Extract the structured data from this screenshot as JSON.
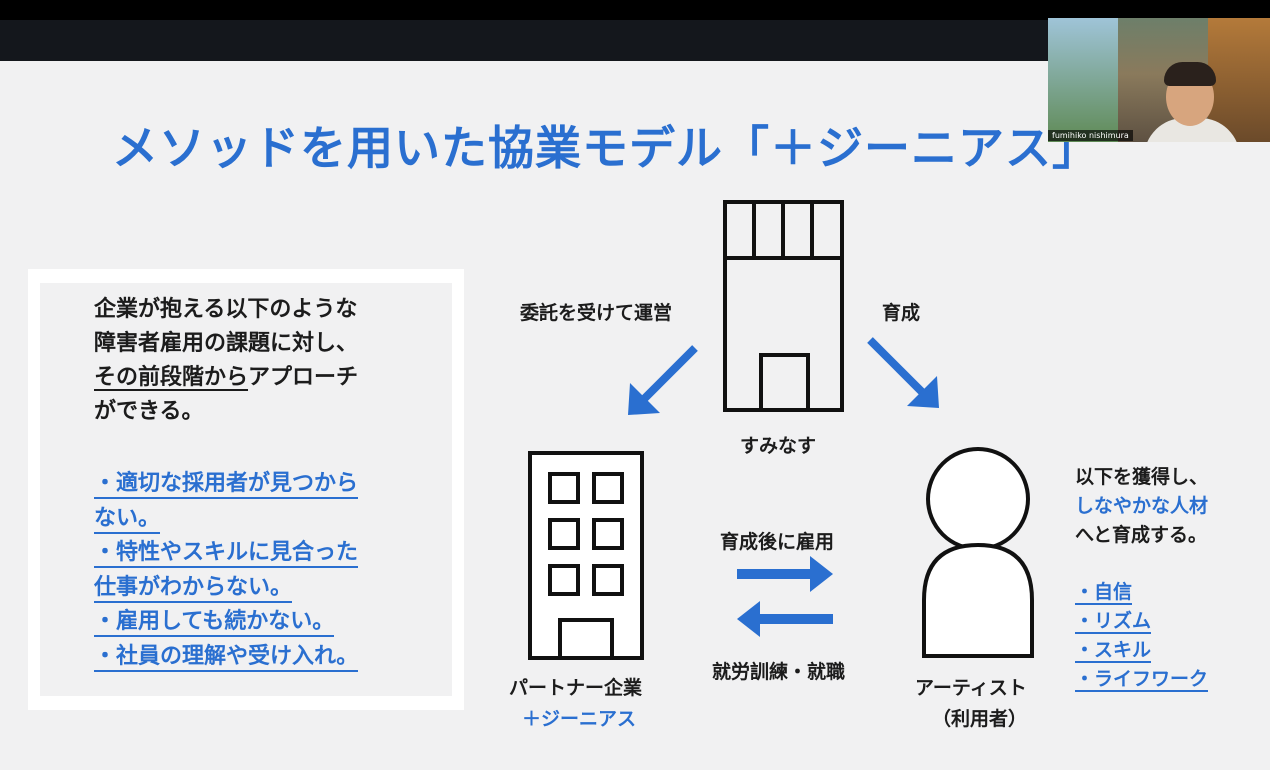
{
  "slide": {
    "title": "メソッドを用いた協業モデル「＋ジーニアス」",
    "intro": {
      "line1": "企業が抱える以下のような",
      "line2": "障害者雇用の課題に対し、",
      "line3_underlined": "その前段階から",
      "line3_rest": "アプローチ",
      "line4": "ができる。"
    },
    "issues": [
      {
        "line1": "・適切な採用者が見つから",
        "line2": "ない。"
      },
      {
        "line1": "・特性やスキルに見合った",
        "line2": "仕事がわからない。"
      },
      {
        "line1": "・雇用しても続かない。"
      },
      {
        "line1": "・社員の理解や受け入れ。"
      }
    ],
    "labels": {
      "commissioned": "委託を受けて運営",
      "training": "育成",
      "suminasu": "すみなす",
      "partner": "パートナー企業",
      "genius": "＋ジーニアス",
      "hire_after": "育成後に雇用",
      "job_training": "就労訓練・就職",
      "artist": "アーティスト",
      "user": "（利用者）"
    },
    "artist_note": {
      "line1": "以下を獲得し、",
      "line2": "しなやかな人材",
      "line3": "へと育成する。"
    },
    "benefits": [
      "・自信",
      "・リズム",
      "・スキル",
      "・ライフワーク"
    ]
  },
  "webcam": {
    "participant_name": "fumihiko nishimura"
  },
  "colors": {
    "accent": "#2a6fd0",
    "text": "#1c1c1c",
    "slide_bg": "#f1f1f2"
  }
}
